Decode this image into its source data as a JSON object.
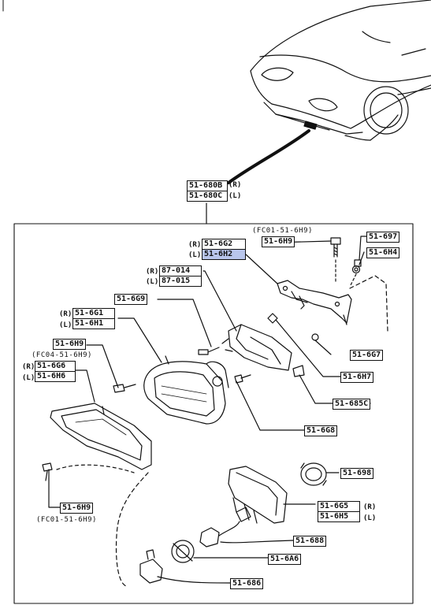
{
  "callouts": {
    "assembly_top": "51-680B",
    "assembly_bottom": "51-680C",
    "side_r": "(R)",
    "side_l": "(L)",
    "bracket_r": "51-6G2",
    "bracket_l": "51-6H2",
    "fc01_note_top": "(FC01-51-6H9)",
    "bolt_6h9_top": "51-6H9",
    "p_51_697": "51-697",
    "p_51_6h4": "51-6H4",
    "p_87_014": "87-014",
    "p_87_015": "87-015",
    "p_51_6g9": "51-6G9",
    "lens_r": "51-6G1",
    "lens_l": "51-6H1",
    "p_51_6h9_mid": "51-6H9",
    "fc04_note": "(FC04-51-6H9)",
    "cover_r": "51-6G6",
    "cover_l": "51-6H6",
    "p_51_6g7": "51-6G7",
    "p_51_6h7": "51-6H7",
    "p_51_685c": "51-685C",
    "p_51_6g8": "51-6G8",
    "p_51_698": "51-698",
    "housing_r": "51-6G5",
    "housing_l": "51-6H5",
    "p_51_688": "51-688",
    "p_51_6a6": "51-6A6",
    "p_51_686": "51-686",
    "p_51_6h9_bottom": "51-6H9",
    "fc01_note_bottom": "(FC01-51-6H9)"
  },
  "colors": {
    "highlight": "#b9c6ec",
    "ink": "#111111",
    "background": "#ffffff"
  }
}
